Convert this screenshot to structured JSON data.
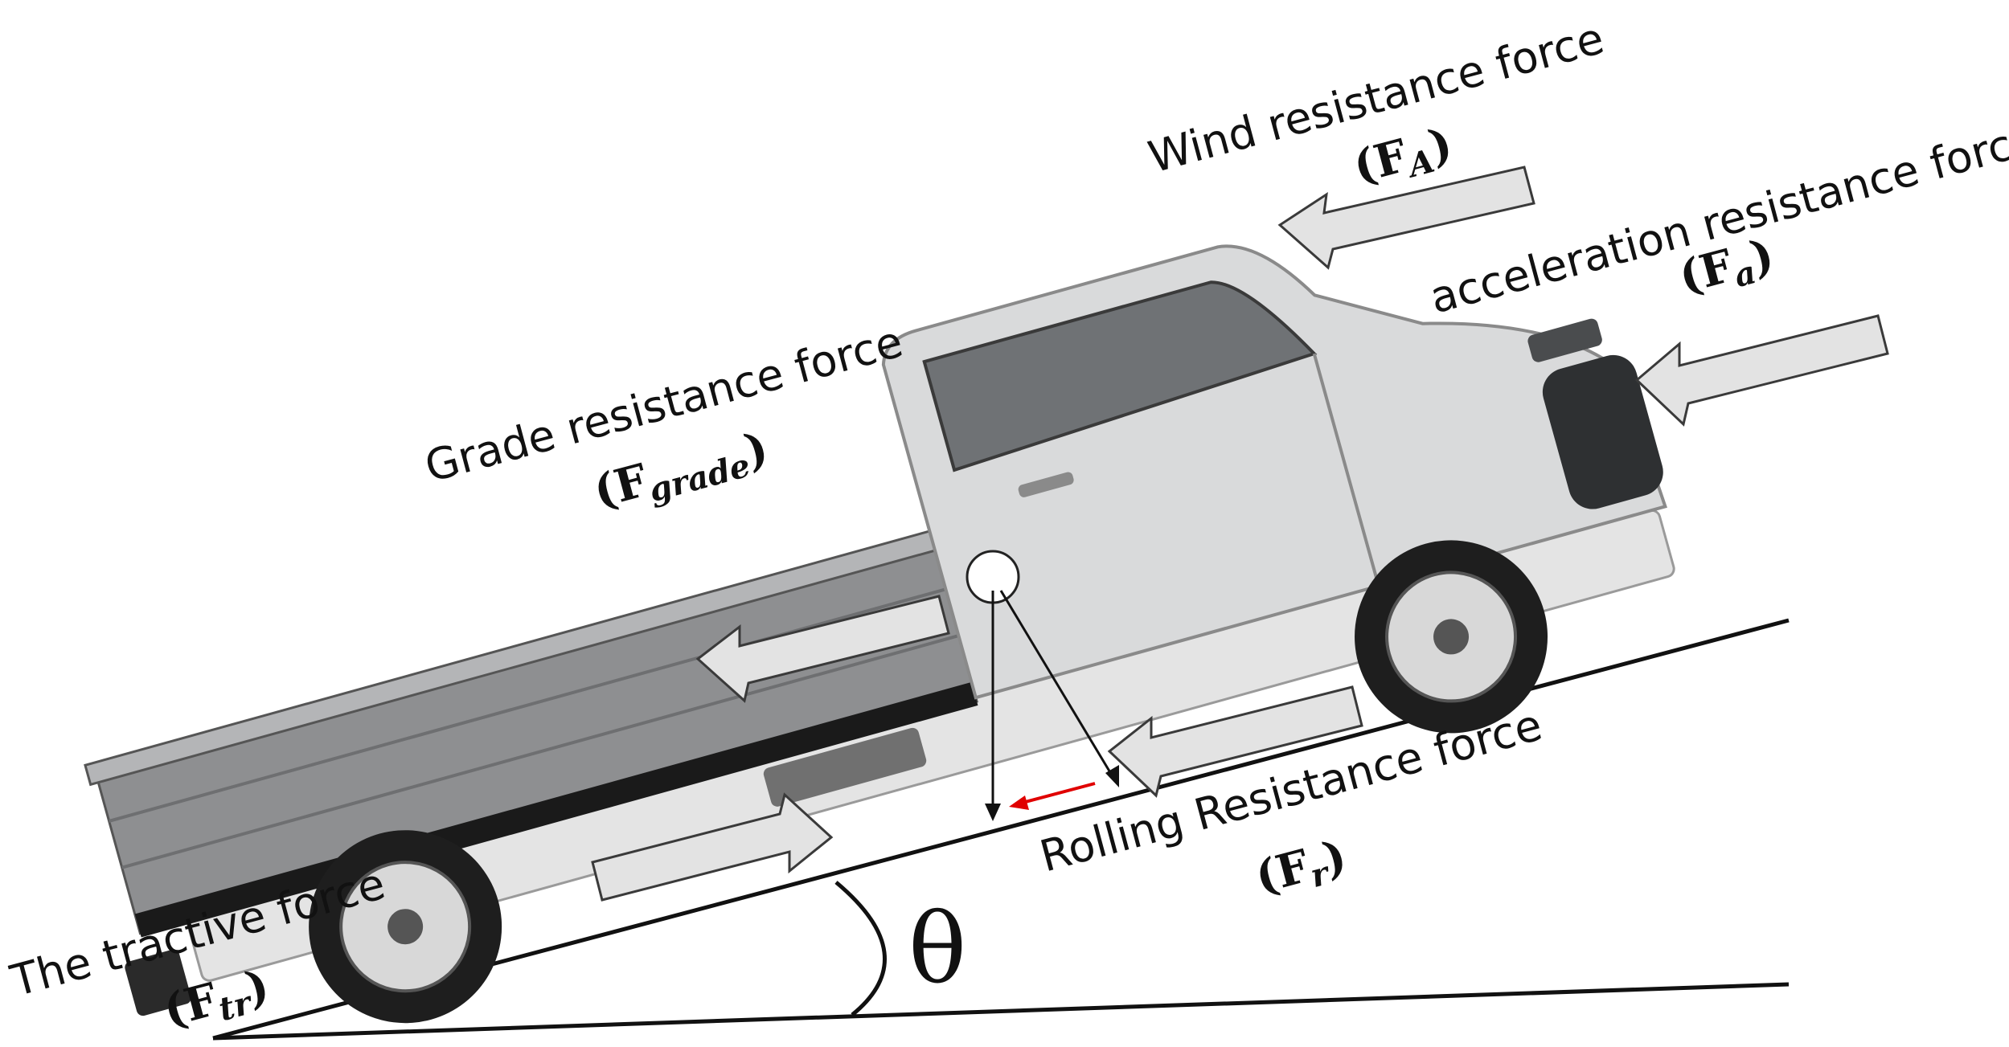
{
  "angle_symbol": "θ",
  "forces": {
    "wind": {
      "label": "Wind resistance force",
      "symbol": "F",
      "subscript": "A"
    },
    "acceleration": {
      "label": "acceleration resistance force",
      "symbol": "F",
      "subscript": "a"
    },
    "grade": {
      "label": "Grade resistance force",
      "symbol": "F",
      "subscript": "grade"
    },
    "rolling": {
      "label": "Rolling Resistance force",
      "symbol": "F",
      "subscript": "r"
    },
    "tractive": {
      "label": "The tractive force",
      "symbol": "F",
      "subscript": "tr"
    }
  },
  "colors": {
    "arrow_fill": "#e3e3e3",
    "arrow_stroke": "#3a3a3a",
    "truck_body": "#d9dadb",
    "truck_bed": "#8e8f91",
    "component_arrow": "#e00000"
  }
}
